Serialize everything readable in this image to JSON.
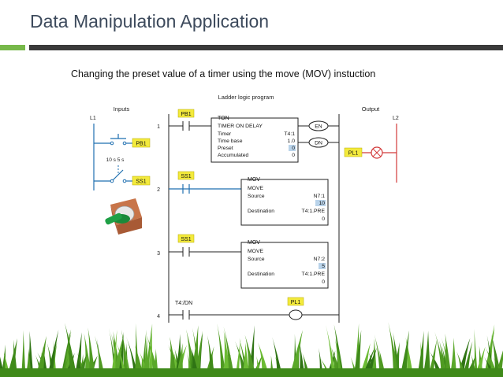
{
  "slide": {
    "title": "Data Manipulation Application",
    "subtitle": "Changing the preset value of a timer using the move (MOV) instuction"
  },
  "diagram": {
    "heading": "Ladder logic program",
    "inputs_label": "Inputs",
    "output_label": "Output",
    "rail_left": "L1",
    "rail_right": "L2",
    "pb1_field": "PB1",
    "ss1_field": "SS1",
    "pl1_field": "PL1",
    "selector_times": "10 s   5 s",
    "rungs": [
      {
        "number": "1",
        "contact": "PB1",
        "block_title": "TON",
        "block_name": "TIMER ON DELAY",
        "rows": [
          {
            "label": "Timer",
            "value": "T4:1"
          },
          {
            "label": "Time base",
            "value": "1.0"
          },
          {
            "label": "Preset",
            "value": "0"
          },
          {
            "label": "Accumulated",
            "value": "0"
          }
        ],
        "coil_en": "EN",
        "coil_dn": "DN",
        "output": "PL1"
      },
      {
        "number": "2",
        "contact": "SS1",
        "block_title": "MOV",
        "block_name": "MOVE",
        "source_label": "Source",
        "source_addr": "N7:1",
        "source_value": "10",
        "dest_label": "Destination",
        "dest_addr": "T4:1.PRE",
        "dest_value": "0"
      },
      {
        "number": "3",
        "contact": "SS1",
        "block_title": "MOV",
        "block_name": "MOVE",
        "source_label": "Source",
        "source_addr": "N7:2",
        "source_value": "5",
        "dest_label": "Destination",
        "dest_addr": "T4:1.PRE",
        "dest_value": "0"
      },
      {
        "number": "4",
        "contact": "T4:/DN",
        "output": "PL1"
      }
    ]
  },
  "colors": {
    "title": "#3d4a5c",
    "accent_green": "#77b84a",
    "bar_dark": "#3a3a3a",
    "label_yellow": "#f3ea3c",
    "wire_blue": "#1f6fb0",
    "highlight_blue": "#b9d3ea",
    "lamp_red": "#d23a3a",
    "grass": "#4f9a22"
  }
}
